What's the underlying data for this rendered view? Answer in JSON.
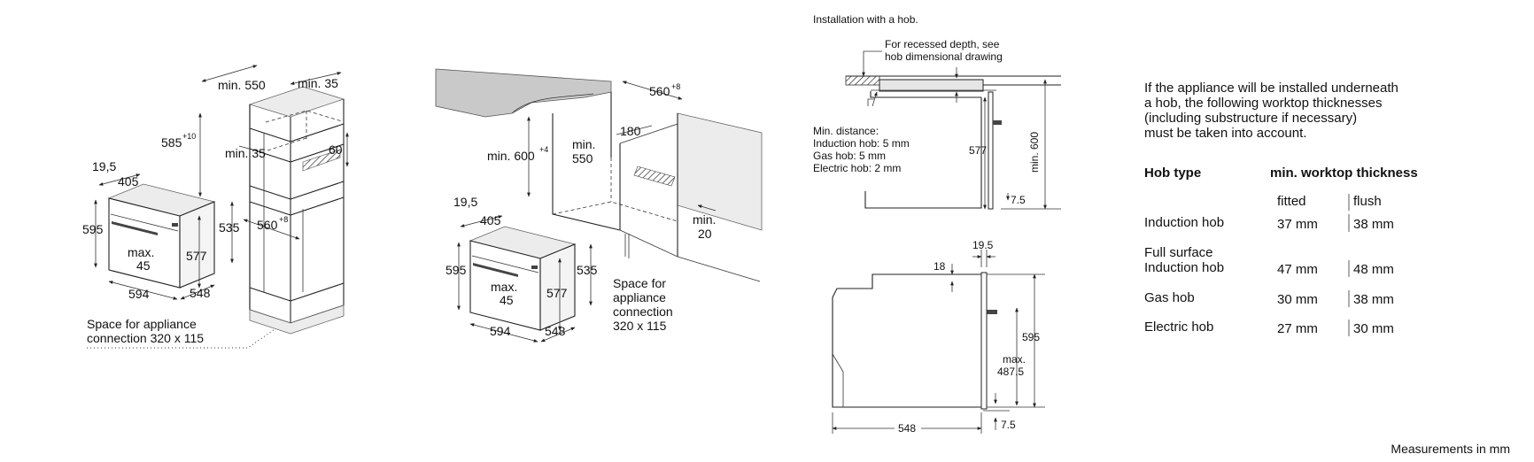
{
  "footer": {
    "units": "Measurements in mm"
  },
  "left_drawing": {
    "dims": {
      "min550": "min. 550",
      "min35_top": "min. 35",
      "h585": "585",
      "h585_tol": "+10",
      "min35_mid": "min. 35",
      "d60": "60",
      "w19_5": "19,5",
      "w405": "405",
      "h595": "595",
      "h535": "535",
      "w560": "560",
      "w560_tol": "+8",
      "max45_a": "max.",
      "max45_b": "45",
      "h577": "577",
      "w594": "594",
      "d548": "548"
    },
    "note_line1": "Space for appliance",
    "note_line2": "connection 320 x 115"
  },
  "middle_drawing": {
    "dims": {
      "w560": "560",
      "w560_tol": "+8",
      "min600": "min. 600",
      "min600_tol": "+4",
      "min550_a": "min.",
      "min550_b": "550",
      "d180": "180",
      "min20_a": "min.",
      "min20_b": "20",
      "w19_5": "19,5",
      "w405": "405",
      "h595": "595",
      "h535": "535",
      "max45_a": "max.",
      "max45_b": "45",
      "h577": "577",
      "w594": "594",
      "d548": "548"
    },
    "note_line1": "Space for",
    "note_line2": "appliance",
    "note_line3": "connection",
    "note_line4": "320 x 115"
  },
  "right_top_drawing": {
    "title": "Installation with a hob.",
    "recess_line1": "For recessed depth, see",
    "recess_line2": "hob dimensional drawing",
    "min_distance_title": "Min. distance:",
    "min_distance_induction": "Induction hob: 5 mm",
    "min_distance_gas": "Gas hob: 5 mm",
    "min_distance_electric": "Electric hob: 2 mm",
    "h577": "577",
    "min600": "min. 600",
    "d7_5": "7.5"
  },
  "right_bottom_drawing": {
    "d19_5": "19.5",
    "d18": "18",
    "h595": "595",
    "max487_a": "max.",
    "max487_b": "487.5",
    "d548": "548",
    "d7_5": "7.5"
  },
  "info": {
    "para_line1": "If the appliance will be installed underneath",
    "para_line2": "a hob, the following worktop thicknesses",
    "para_line3": "(including substructure if necessary)",
    "para_line4": "must be taken into account.",
    "col_hob_type": "Hob type",
    "col_thickness": "min. worktop thickness",
    "sub_fitted": "fitted",
    "sub_flush": "flush",
    "rows": [
      {
        "label1": "Induction hob",
        "label2": "",
        "fitted": "37 mm",
        "flush": "38 mm"
      },
      {
        "label1": "Full surface",
        "label2": "Induction hob",
        "fitted": "47 mm",
        "flush": "48 mm"
      },
      {
        "label1": "Gas hob",
        "label2": "",
        "fitted": "30 mm",
        "flush": "38 mm"
      },
      {
        "label1": "Electric hob",
        "label2": "",
        "fitted": "27 mm",
        "flush": "30 mm"
      }
    ]
  }
}
